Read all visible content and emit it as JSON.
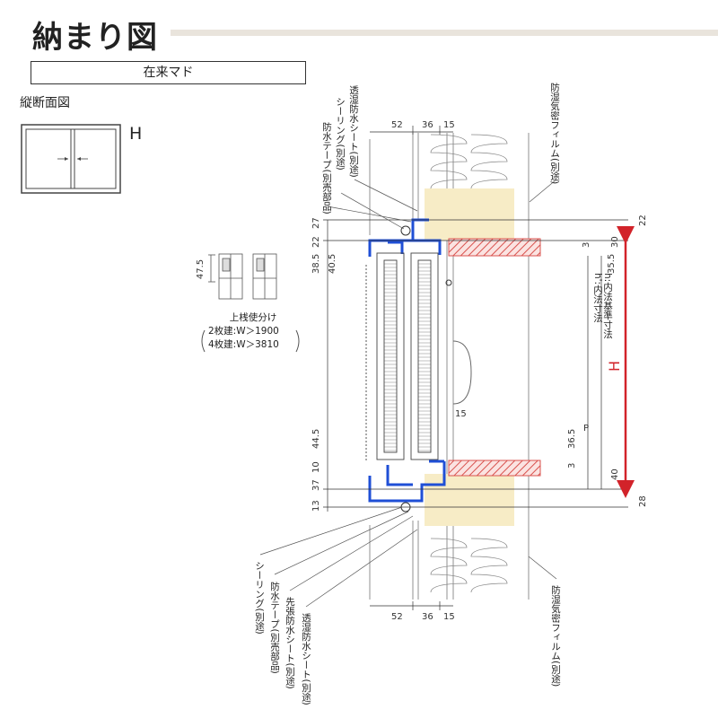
{
  "title": "納まり図",
  "window_type": "在来マド",
  "section_label": "縦断面図",
  "height_symbol": "H",
  "mullion_caption": {
    "title": "上桟使分け",
    "line1": "2枚建:W＞1900",
    "line2": "4枚建:W＞3810"
  },
  "labels": {
    "sealing_top": "シーリング(別途)",
    "waterproof_tape_top": "防水テープ(別売部品)",
    "breathable_sheet_top": "透湿防水シート(別途)",
    "moisture_film_top": "防湿気密フィルム(別途)",
    "sealing_bottom": "シーリング(別途)",
    "waterproof_tape_bottom": "防水テープ(別売部品)",
    "pre_sheet_bottom": "先張防水シート(別途)",
    "breathable_sheet_bottom": "透湿防水シート(別途)",
    "moisture_film_bottom": "防湿気密フィルム(別途)",
    "inner_dim": "h:内法基準寸法",
    "inner_dim2": "h':内法寸法"
  },
  "dimensions": {
    "top_52": "52",
    "top_36": "36",
    "top_15": "15",
    "bot_52": "52",
    "bot_36": "36",
    "bot_15": "15",
    "v27": "27",
    "v22": "22",
    "v38_5": "38.5",
    "v40_5": "40.5",
    "v44_5": "44.5",
    "v37": "37",
    "v10": "10",
    "v13": "13",
    "r22": "22",
    "r30": "30",
    "r3a": "3",
    "r35_5": "35.5",
    "r36_5": "36.5",
    "r3b": "3",
    "r40": "40",
    "r28": "28",
    "mid15": "15",
    "p_label": "P",
    "h_label": "H",
    "mullion_47_5": "47.5"
  },
  "colors": {
    "frame_blue": "#1f4fd6",
    "red_hatch": "#d9534f",
    "insulation": "#f7ecc6",
    "dim_red": "#d2232a",
    "title_rule": "#e9e4dc"
  }
}
